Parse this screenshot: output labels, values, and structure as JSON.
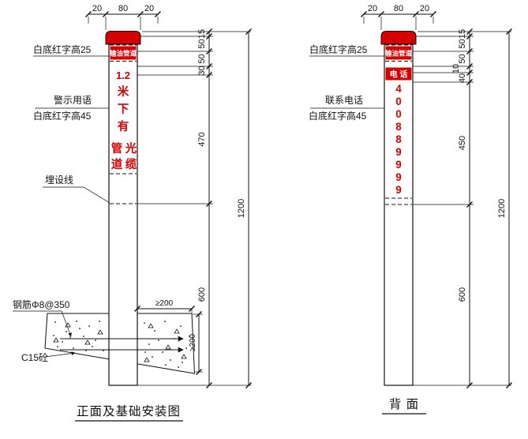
{
  "colors": {
    "accent_red": "#d50000",
    "line": "#111111"
  },
  "front_view": {
    "title": "正面及基础安装图",
    "top_dims": [
      "20",
      "80",
      "20"
    ],
    "labels": {
      "cap_note": "白底红字高25",
      "warn_note_top": "警示用语",
      "warn_note_bottom": "白底红字高45",
      "burial": "埋设线",
      "rebar": "钢筋Φ8@350",
      "concrete": "C15砼"
    },
    "post": {
      "band": "输油管道",
      "line1": "1.2",
      "line2": "米",
      "line3": "下",
      "line4": "有",
      "col_left_top": "管",
      "col_right_top": "光",
      "col_left_bottom": "道",
      "col_right_bottom": "缆"
    },
    "chain_dims": [
      "15",
      "50",
      "50",
      "30",
      "470",
      "600"
    ],
    "overall_dim": "1200",
    "foundation": {
      "width_dim": "≥200",
      "depth_dim": "≥200"
    }
  },
  "back_view": {
    "title": "背  面",
    "top_dims": [
      "20",
      "80",
      "20"
    ],
    "labels": {
      "cap_note": "白底红字高25",
      "phone_note_top": "联系电话",
      "phone_note_bottom": "白底红字高45"
    },
    "post": {
      "band": "输油管道",
      "phone_band": "电 话",
      "digits": [
        "4",
        "0",
        "0",
        "8",
        "8",
        "9",
        "9",
        "9",
        "9"
      ]
    },
    "chain_dims": [
      "15",
      "50",
      "50",
      "10",
      "40",
      "450",
      "600"
    ],
    "overall_dim": "1200"
  }
}
